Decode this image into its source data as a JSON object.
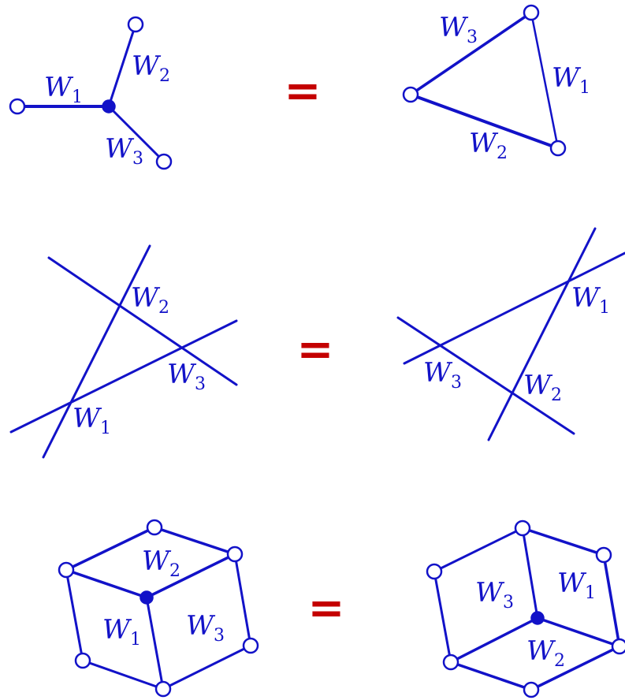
{
  "colors": {
    "line": "#1212c8",
    "equals": "#c40000",
    "open_vertex_fill": "#ffffff",
    "closed_vertex_fill": "#1212c8"
  },
  "equals_sign": "=",
  "weight_symbol": "W",
  "rows": [
    {
      "name": "star-triangle",
      "left": {
        "labels": [
          {
            "sub": "1"
          },
          {
            "sub": "2"
          },
          {
            "sub": "3"
          }
        ]
      },
      "right": {
        "labels": [
          {
            "sub": "3"
          },
          {
            "sub": "1"
          },
          {
            "sub": "2"
          }
        ]
      }
    },
    {
      "name": "three-lines",
      "left": {
        "labels": [
          {
            "sub": "2"
          },
          {
            "sub": "3"
          },
          {
            "sub": "1"
          }
        ]
      },
      "right": {
        "labels": [
          {
            "sub": "1"
          },
          {
            "sub": "3"
          },
          {
            "sub": "2"
          }
        ]
      }
    },
    {
      "name": "cube",
      "left": {
        "labels": [
          {
            "sub": "2"
          },
          {
            "sub": "1"
          },
          {
            "sub": "3"
          }
        ]
      },
      "right": {
        "labels": [
          {
            "sub": "3"
          },
          {
            "sub": "1"
          },
          {
            "sub": "2"
          }
        ]
      }
    }
  ]
}
